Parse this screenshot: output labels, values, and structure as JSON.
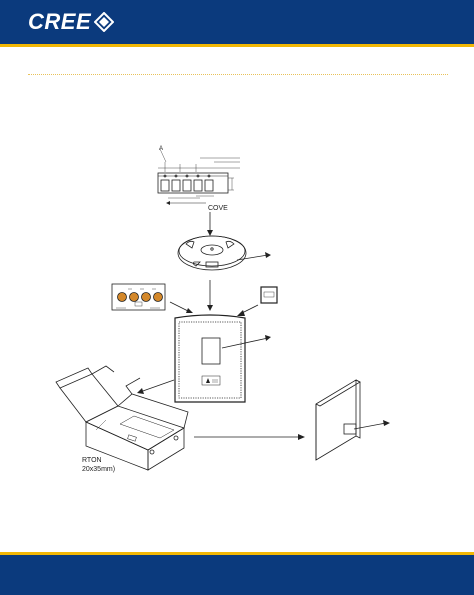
{
  "header": {
    "logo_text": "CREE",
    "brand_color": "#0b3a7d",
    "accent_color": "#f2b705"
  },
  "diagram": {
    "label_a": "A",
    "label_cove": "COVE",
    "carton_label": "RTON",
    "carton_size": "20x35mm)"
  }
}
